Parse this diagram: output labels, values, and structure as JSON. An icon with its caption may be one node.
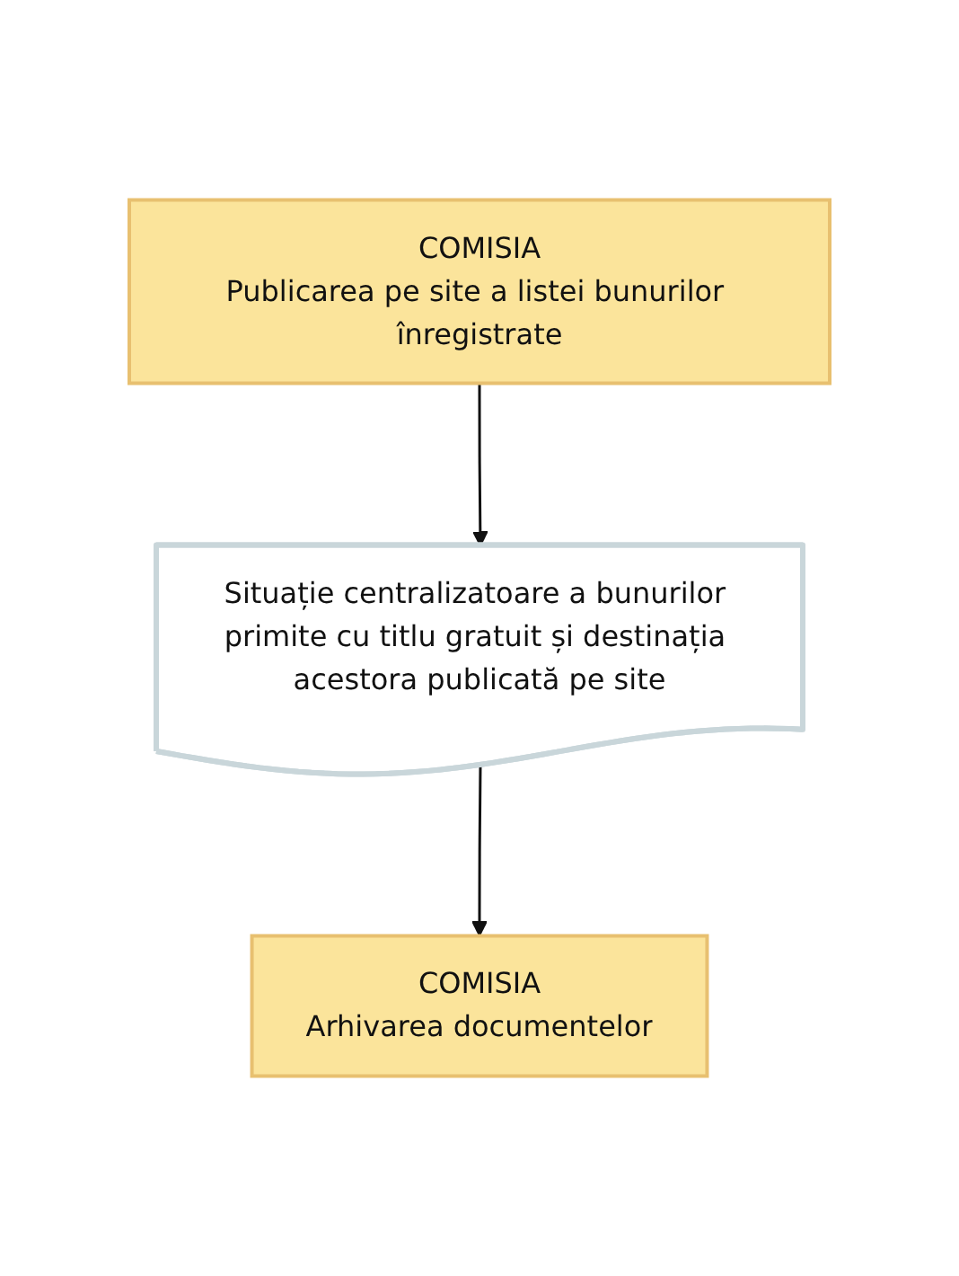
{
  "diagram": {
    "nodes": [
      {
        "text": [
          "COMISIA",
          "Publicarea pe site a listei bunurilor înregistrate"
        ]
      },
      {
        "text": [
          "Situație centralizatoare a bunurilor primite cu titlu gratuit și destinația acestora publicată pe site"
        ]
      },
      {
        "text": [
          "COMISIA",
          "Arhivarea documentelor"
        ]
      }
    ],
    "edges": [
      {
        "from": 0,
        "to": 1,
        "arrow": "to"
      },
      {
        "from": 1,
        "to": 2,
        "arrow": "to"
      }
    ]
  }
}
